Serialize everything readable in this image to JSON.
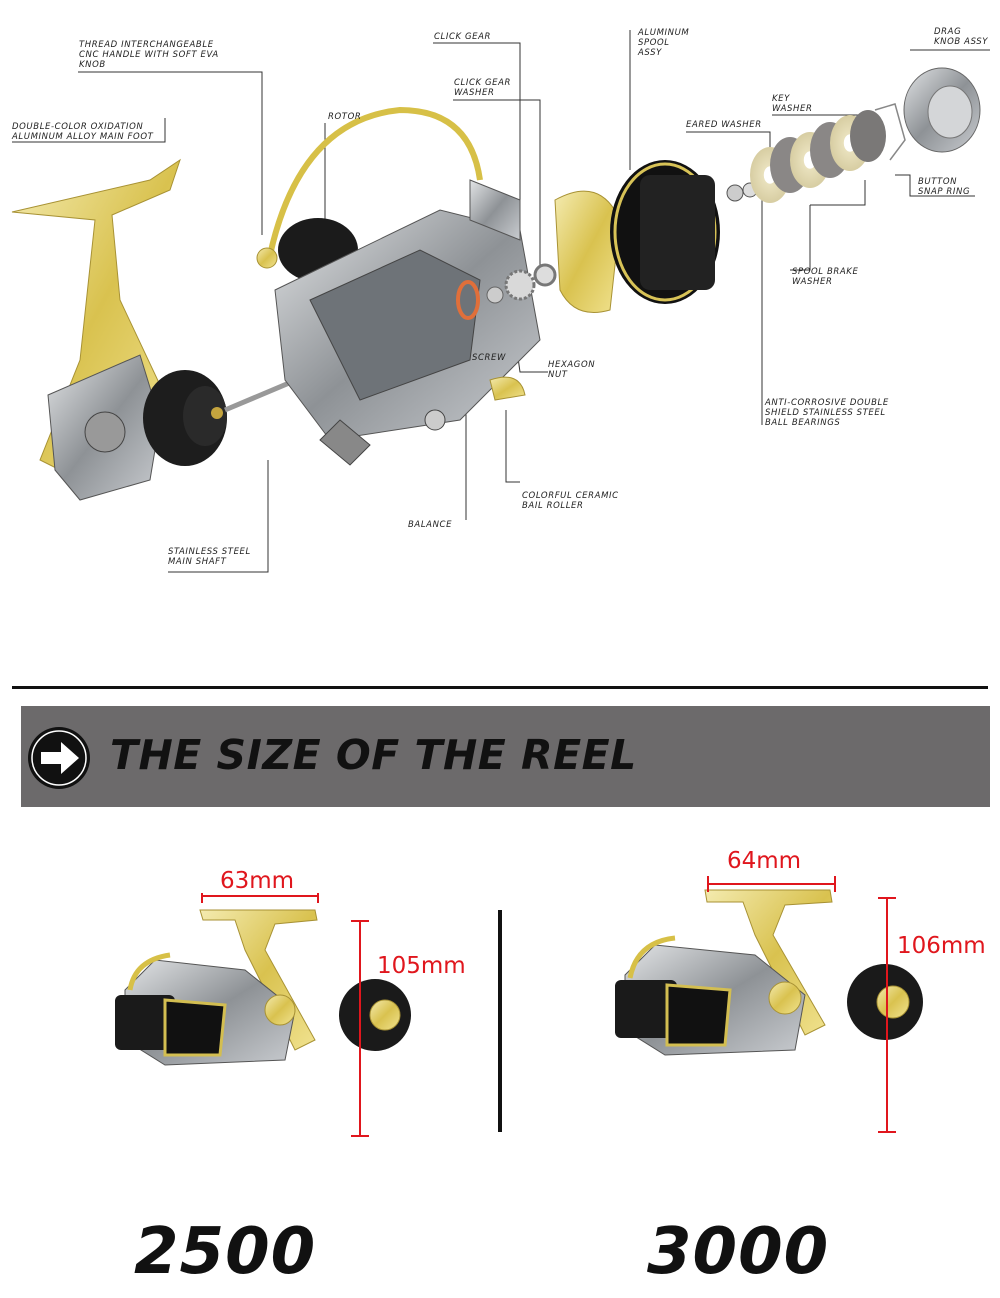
{
  "callouts": {
    "thread_knob": "THREAD INTERCHANGEABLE\nCNC HANDLE WITH SOFT EVA\nKNOB",
    "main_foot": "DOUBLE-COLOR OXIDATION\nALUMINUM ALLOY MAIN FOOT",
    "rotor": "ROTOR",
    "click_gear": "CLICK GEAR",
    "click_gear_washer": "CLICK GEAR\nWASHER",
    "aluminum_spool": "ALUMINUM\nSPOOL\nASSY",
    "drag_knob": "DRAG\nKNOB ASSY",
    "key_washer": "KEY\nWASHER",
    "eared_washer": "EARED WASHER",
    "button_snap_ring": "BUTTON\nSNAP RING",
    "spool_brake_washer": "SPOOL BRAKE\nWASHER",
    "screw": "SCREW",
    "hexagon_nut": "HEXAGON\nNUT",
    "ball_bearings": "ANTI-CORROSIVE DOUBLE\nSHIELD STAINLESS STEEL\nBALL BEARINGS",
    "bail_roller": "COLORFUL CERAMIC\nBAIL ROLLER",
    "balance": "BALANCE",
    "main_shaft": "STAINLESS STEEL\nMAIN SHAFT"
  },
  "banner": {
    "title": "THE SIZE OF THE REEL",
    "icon": "arrow-right-circle-icon"
  },
  "sizes": [
    {
      "model": "2500",
      "width": "63mm",
      "height": "105mm"
    },
    {
      "model": "3000",
      "width": "64mm",
      "height": "106mm"
    }
  ],
  "colors": {
    "dimension": "#e0161d",
    "gold": "#e6d36a",
    "banner": "#6c6a6b"
  }
}
